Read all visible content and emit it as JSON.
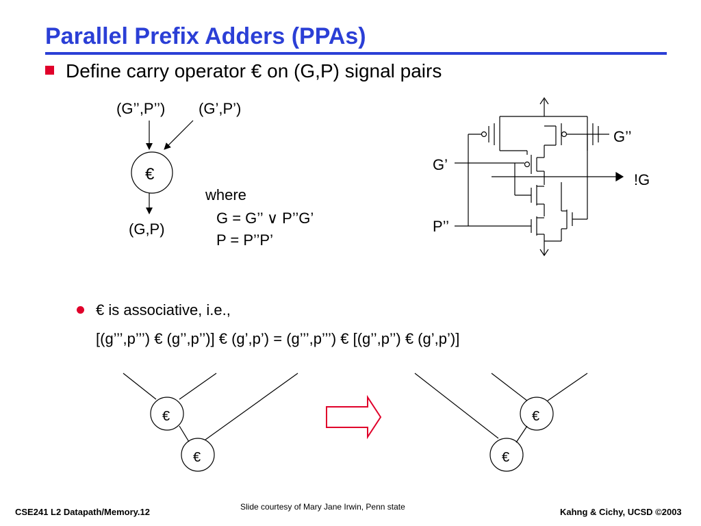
{
  "title": "Parallel Prefix Adders (PPAs)",
  "bullet1": "Define carry operator € on (G,P) signal pairs",
  "top_diagram": {
    "input_left": "(G’’,P’’)",
    "input_right": "(G’,P’)",
    "operator": "€",
    "output": "(G,P)"
  },
  "where": {
    "label": "where",
    "eq1": "G = G’’ ∨ P’’G’",
    "eq2": "P = P’’P’"
  },
  "circuit": {
    "g2_label": "G’’",
    "g1_label": "G’",
    "p2_label": "P’’",
    "out_label": "!G"
  },
  "bullet2": {
    "line1": "€ is associative, i.e.,",
    "line2": "[(g’’’,p’’’) € (g’’,p’’)] € (g’,p’)   =   (g’’’,p’’’) € [(g’’,p’’) € (g’,p’)]"
  },
  "trees": {
    "left_top_op": "€",
    "left_bottom_op": "€",
    "right_top_op": "€",
    "right_bottom_op": "€"
  },
  "footer": {
    "left": "CSE241  L2 Datapath/Memory.12",
    "center": "Slide courtesy of Mary Jane Irwin, Penn state",
    "right": "Kahng & Cichy, UCSD ©2003"
  }
}
